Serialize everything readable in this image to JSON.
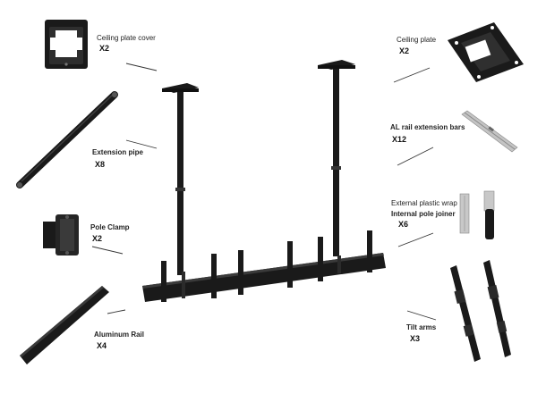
{
  "colors": {
    "hardware": "#1a1a1a",
    "hardware_highlight": "#3a3a3a",
    "silver": "#b8b8b8",
    "leader_line": "#333333"
  },
  "parts": [
    {
      "label": "Ceiling plate cover",
      "quantity": "X2",
      "icon": "ceiling-plate-cover-icon"
    },
    {
      "label": "Ceiling plate",
      "quantity": "X2",
      "icon": "ceiling-plate-icon"
    },
    {
      "label": "Extension pipe",
      "quantity": "X8",
      "icon": "extension-pipe-icon"
    },
    {
      "label": "AL rail extension bars",
      "quantity": "X12",
      "icon": "rail-extension-bar-icon"
    },
    {
      "label": "External plastic wrap",
      "quantity": "",
      "icon": "plastic-wrap-icon"
    },
    {
      "label": "Internal pole joiner",
      "quantity": "X6",
      "icon": "pole-joiner-icon"
    },
    {
      "label": "Pole Clamp",
      "quantity": "X2",
      "icon": "pole-clamp-icon"
    },
    {
      "label": "Aluminum Rail",
      "quantity": "X4",
      "icon": "aluminum-rail-icon"
    },
    {
      "label": "Tilt arms",
      "quantity": "X3",
      "icon": "tilt-arm-icon"
    }
  ]
}
